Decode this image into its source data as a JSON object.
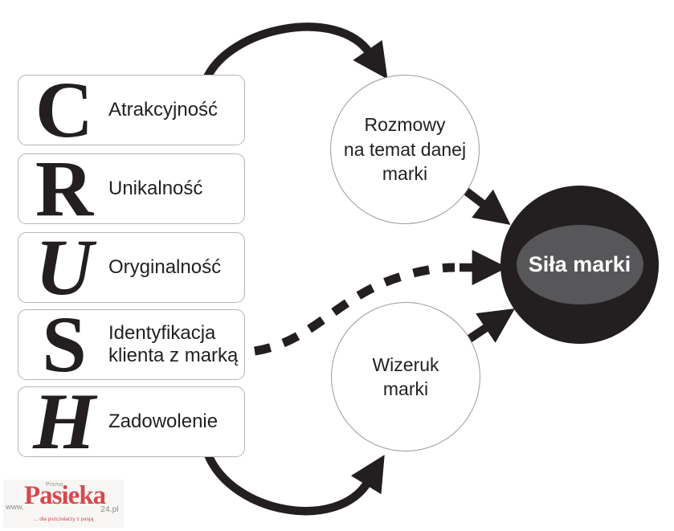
{
  "crush": {
    "items": [
      {
        "letter": "C",
        "lines": [
          "Atrakcyjność"
        ]
      },
      {
        "letter": "R",
        "lines": [
          "Unikalność"
        ]
      },
      {
        "letter": "U",
        "lines": [
          "Oryginalność"
        ]
      },
      {
        "letter": "S",
        "lines": [
          "Identyfikacja",
          "klienta z marką"
        ]
      },
      {
        "letter": "H",
        "lines": [
          "Zadowolenie"
        ]
      }
    ]
  },
  "nodes": {
    "conversations": {
      "lines": [
        "Rozmowy",
        "na temat danej",
        "marki"
      ]
    },
    "image": {
      "lines": [
        "Wizeruk",
        "marki"
      ]
    },
    "strength": {
      "label": "Siła marki"
    }
  },
  "logo": {
    "kicker": "Pismo",
    "www": "www.",
    "name": "Pasieka",
    "suffix": "24.pl",
    "tagline": "... dla pszczelarzy z pasją"
  },
  "colors": {
    "arrow": "#231f20",
    "dark_circle": "#231f20",
    "inner_ellipse": "#57575a",
    "box_border": "#b5b5b5",
    "circle_border": "#9b9b9b",
    "logo_red": "#d6494f",
    "logo_gray": "#8c8c8c"
  }
}
